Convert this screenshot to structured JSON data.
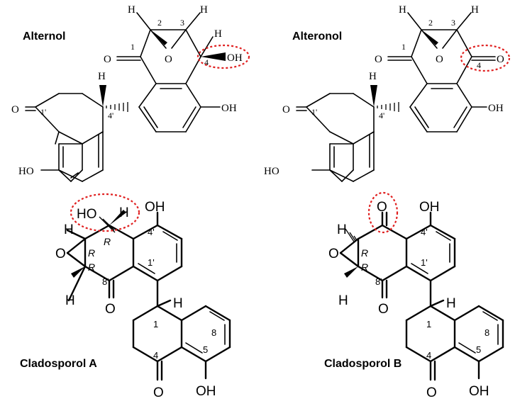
{
  "molecules": {
    "alternol": {
      "name": "Alternol",
      "atoms": {
        "h2": "H",
        "h3": "H",
        "h4": "H",
        "o_epoxy": "O",
        "o_keto": "O",
        "oh4": "OH",
        "oh_ar": "OH",
        "o1p": "O",
        "h4p": "H",
        "ho": "HO"
      },
      "numbers": {
        "n1": "1",
        "n2": "2",
        "n3": "3",
        "n4": "4",
        "n1p": "1'",
        "n4p": "4'"
      }
    },
    "alteronol": {
      "name": "Alteronol",
      "atoms": {
        "h2": "H",
        "h3": "H",
        "o_epoxy": "O",
        "o_keto": "O",
        "o4": "O",
        "oh_ar": "OH",
        "o1p": "O",
        "h4p": "H",
        "ho": "HO"
      },
      "numbers": {
        "n1": "1",
        "n2": "2",
        "n3": "3",
        "n4": "4",
        "n1p": "1'",
        "n4p": "4'"
      }
    },
    "cladosporol_a": {
      "name": "Cladosporol A",
      "atoms": {
        "ho": "HO",
        "h_top": "H",
        "oh_top": "OH",
        "h_left": "H",
        "o_epoxy": "O",
        "h_bot": "H",
        "o8": "O",
        "h1": "H",
        "o4": "O",
        "oh5": "OH"
      },
      "stereo": {
        "r1": "R",
        "r2": "R",
        "r3": "R"
      },
      "numbers": {
        "n4p": "4'",
        "n1p": "1'",
        "n8p": "8'",
        "n1": "1",
        "n8": "8",
        "n5": "5",
        "n4": "4"
      }
    },
    "cladosporol_b": {
      "name": "Cladosporol B",
      "atoms": {
        "o_top": "O",
        "oh_top": "OH",
        "h_left": "H",
        "o_epoxy": "O",
        "h_bot": "H",
        "o8": "O",
        "h1": "H",
        "o4": "O",
        "oh5": "OH"
      },
      "stereo": {
        "r1": "R",
        "r2": "R"
      },
      "numbers": {
        "n4p": "4'",
        "n1p": "1'",
        "n8p": "8'",
        "n1": "1",
        "n8": "8",
        "n5": "5",
        "n4": "4"
      }
    }
  },
  "highlight_color": "#e02020"
}
